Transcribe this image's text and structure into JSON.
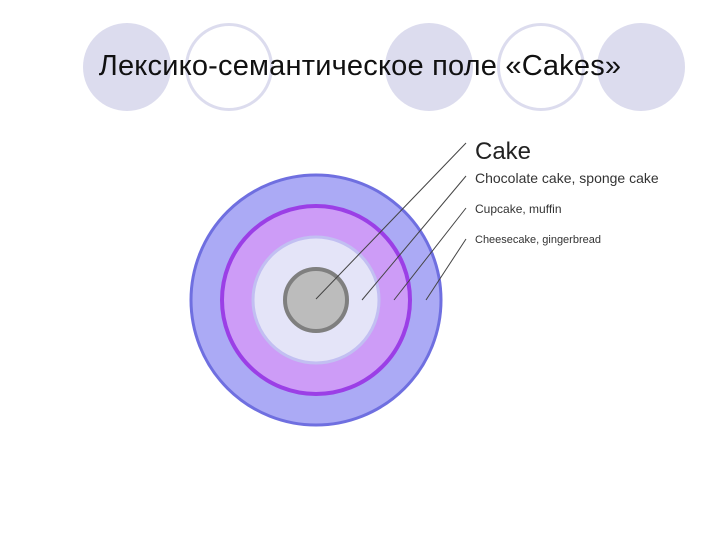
{
  "slide": {
    "title": "Лексико-семантическое поле «Cakes»"
  },
  "field": {
    "core_label": "Cake",
    "layers": [
      {
        "label": "Chocolate cake, sponge cake"
      },
      {
        "label": "Cupcake, muffin"
      },
      {
        "label": "Cheesecake, gingerbread"
      }
    ]
  },
  "colors": {
    "outer_ring_fill": "#abaaf5",
    "outer_ring_stroke": "#6f6fe0",
    "mid_ring_fill": "#cd9cf7",
    "mid_ring_stroke": "#9b3fe6",
    "inner_ring_fill": "#e4e4f8",
    "inner_ring_stroke": "#c2bff2",
    "core_fill": "#bcbcbc",
    "core_stroke": "#7f7f7f",
    "decor_circle": "#dcdcee",
    "leader_line": "#444444"
  }
}
